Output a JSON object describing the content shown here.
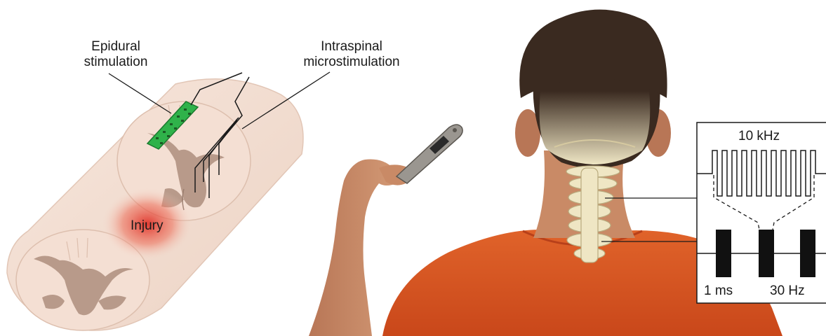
{
  "labels": {
    "epidural_line1": "Epidural",
    "epidural_line2": "stimulation",
    "intraspinal_line1": "Intraspinal",
    "intraspinal_line2": "microstimulation",
    "injury": "Injury"
  },
  "waveform": {
    "carrier_frequency": "10 kHz",
    "pulse_width": "1 ms",
    "burst_frequency": "30 Hz"
  },
  "colors": {
    "cord_tissue": "#f4dfd3",
    "gray_matter": "#b89a8a",
    "electrode_green": "#2fb24a",
    "injury_red": "#e0332a",
    "shirt": "#d9531e",
    "bone": "#efe6c4",
    "skin": "#c98a66",
    "hair": "#3a2a20",
    "pulse_black": "#111111"
  }
}
